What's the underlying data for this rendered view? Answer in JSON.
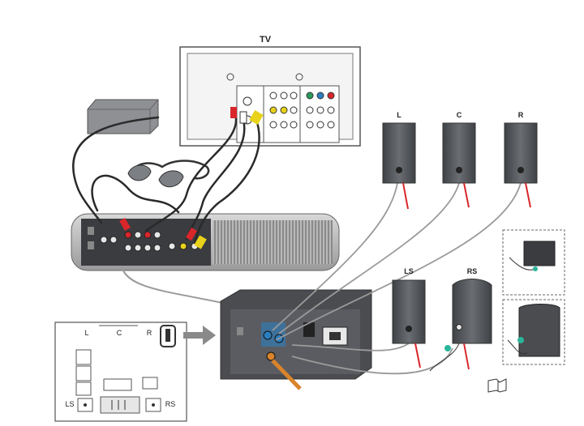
{
  "labels": {
    "tv": "TV",
    "speaker_left": "L",
    "speaker_center": "C",
    "speaker_right": "R",
    "speaker_left_surround": "LS",
    "speaker_right_surround": "RS",
    "panel_left": "L",
    "panel_center": "C",
    "panel_right": "R",
    "panel_ls": "LS",
    "panel_rs": "RS"
  },
  "colors": {
    "cable_dark": "#2a2a2a",
    "cable_gray": "#9a9a9a",
    "cable_red": "#d9262b",
    "cable_yellow": "#e8d21a",
    "cable_blue": "#2b7fc0",
    "cable_orange": "#d9832b",
    "device_gray": "#4a4c50",
    "speaker_gray": "#5b5e63",
    "panel_stroke": "#555555"
  },
  "icons": [
    "power-adapter-icon",
    "headphone-icon",
    "arrow-right-icon",
    "book-icon"
  ]
}
